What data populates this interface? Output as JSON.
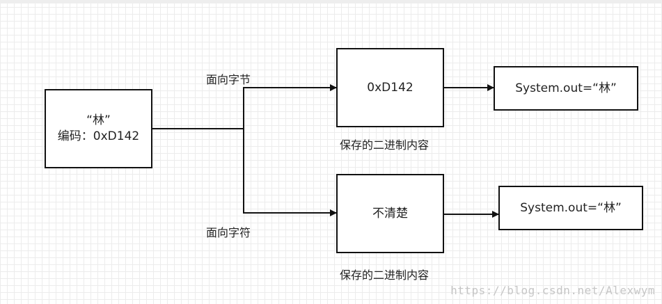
{
  "source": {
    "line1": "“林”",
    "line2": "编码：0xD142"
  },
  "byte_path": {
    "label": "面向字节",
    "box_text": "0xD142",
    "caption": "保存的二进制内容",
    "output": "System.out=“林”"
  },
  "char_path": {
    "label": "面向字符",
    "box_text": "不清楚",
    "caption": "保存的二进制内容",
    "output": "System.out=“林”"
  },
  "watermark": "https://blog.csdn.net/Alexwym"
}
